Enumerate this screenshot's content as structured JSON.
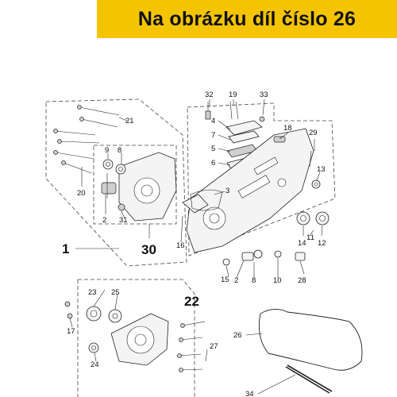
{
  "banner": {
    "text": "Na obrázku díl číslo 26",
    "color": "#f5c400"
  },
  "callouts": {
    "c1": "1",
    "c2a": "2",
    "c2b": "2",
    "c3": "3",
    "c4": "4",
    "c5": "5",
    "c6": "6",
    "c7": "7",
    "c8a": "8",
    "c8b": "8",
    "c9": "9",
    "c10": "10",
    "c11": "11",
    "c12": "12",
    "c13": "13",
    "c14": "14",
    "c15": "15",
    "c16": "16",
    "c17": "17",
    "c18": "18",
    "c19": "19",
    "c20": "20",
    "c21": "21",
    "c22": "22",
    "c23": "23",
    "c24": "24",
    "c25": "25",
    "c26": "26",
    "c27": "27",
    "c28": "28",
    "c29": "29",
    "c30": "30",
    "c31": "31",
    "c32": "32",
    "c33": "33",
    "c34": "34"
  }
}
